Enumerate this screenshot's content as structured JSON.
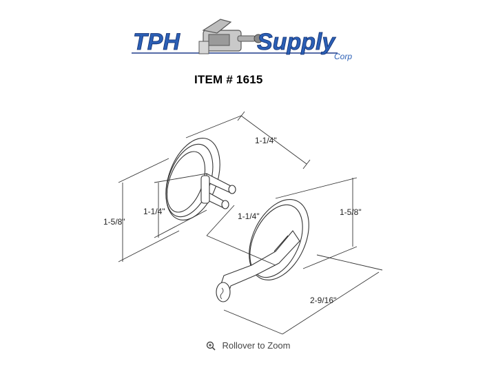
{
  "logo": {
    "brand_left": "TPH",
    "brand_right": "Supply",
    "brand_sub": "Corp"
  },
  "item": {
    "title": "ITEM # 1615"
  },
  "drawing": {
    "dimensions": {
      "top_depth": "1-1/4\"",
      "left_height": "1-5/8\"",
      "left_inner_height": "1-1/4\"",
      "mid_depth": "1-1/4\"",
      "right_height": "1-5/8\"",
      "handle_length": "2-9/16\""
    }
  },
  "zoom": {
    "icon": "zoom-in-icon",
    "label": "Rollover to Zoom"
  }
}
